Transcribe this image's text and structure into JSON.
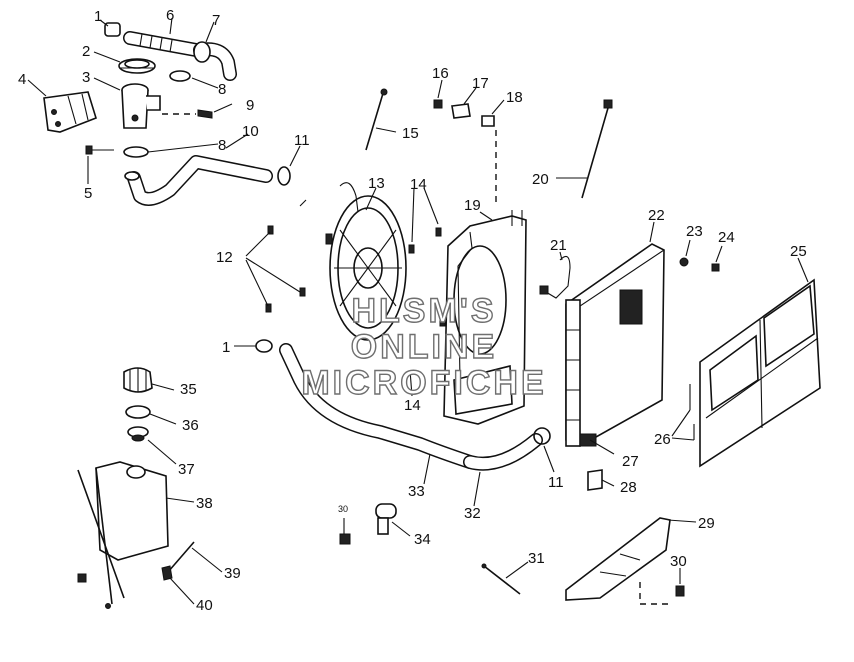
{
  "callouts": [
    {
      "id": "c1a",
      "text": "1"
    },
    {
      "id": "c1b",
      "text": "1"
    },
    {
      "id": "c2",
      "text": "2"
    },
    {
      "id": "c3",
      "text": "3"
    },
    {
      "id": "c4",
      "text": "4"
    },
    {
      "id": "c5",
      "text": "5"
    },
    {
      "id": "c6",
      "text": "6"
    },
    {
      "id": "c7",
      "text": "7"
    },
    {
      "id": "c8a",
      "text": "8"
    },
    {
      "id": "c8b",
      "text": "8"
    },
    {
      "id": "c9",
      "text": "9"
    },
    {
      "id": "c10",
      "text": "10"
    },
    {
      "id": "c11a",
      "text": "11"
    },
    {
      "id": "c11b",
      "text": "11"
    },
    {
      "id": "c12",
      "text": "12"
    },
    {
      "id": "c13",
      "text": "13"
    },
    {
      "id": "c14a",
      "text": "14"
    },
    {
      "id": "c14b",
      "text": "14"
    },
    {
      "id": "c15",
      "text": "15"
    },
    {
      "id": "c16",
      "text": "16"
    },
    {
      "id": "c17",
      "text": "17"
    },
    {
      "id": "c18",
      "text": "18"
    },
    {
      "id": "c19",
      "text": "19"
    },
    {
      "id": "c20",
      "text": "20"
    },
    {
      "id": "c21",
      "text": "21"
    },
    {
      "id": "c22",
      "text": "22"
    },
    {
      "id": "c23",
      "text": "23"
    },
    {
      "id": "c24",
      "text": "24"
    },
    {
      "id": "c25",
      "text": "25"
    },
    {
      "id": "c26",
      "text": "26"
    },
    {
      "id": "c27",
      "text": "27"
    },
    {
      "id": "c28",
      "text": "28"
    },
    {
      "id": "c29",
      "text": "29"
    },
    {
      "id": "c30a",
      "text": "30"
    },
    {
      "id": "c30b",
      "text": "30"
    },
    {
      "id": "c31",
      "text": "31"
    },
    {
      "id": "c32",
      "text": "32"
    },
    {
      "id": "c33",
      "text": "33"
    },
    {
      "id": "c34",
      "text": "34"
    },
    {
      "id": "c35",
      "text": "35"
    },
    {
      "id": "c36",
      "text": "36"
    },
    {
      "id": "c37",
      "text": "37"
    },
    {
      "id": "c38",
      "text": "38"
    },
    {
      "id": "c39",
      "text": "39"
    },
    {
      "id": "c40",
      "text": "40"
    }
  ],
  "watermark": {
    "line1": "HLSM'S",
    "line2": "ONLINE",
    "line3": "MICROFICHE"
  }
}
